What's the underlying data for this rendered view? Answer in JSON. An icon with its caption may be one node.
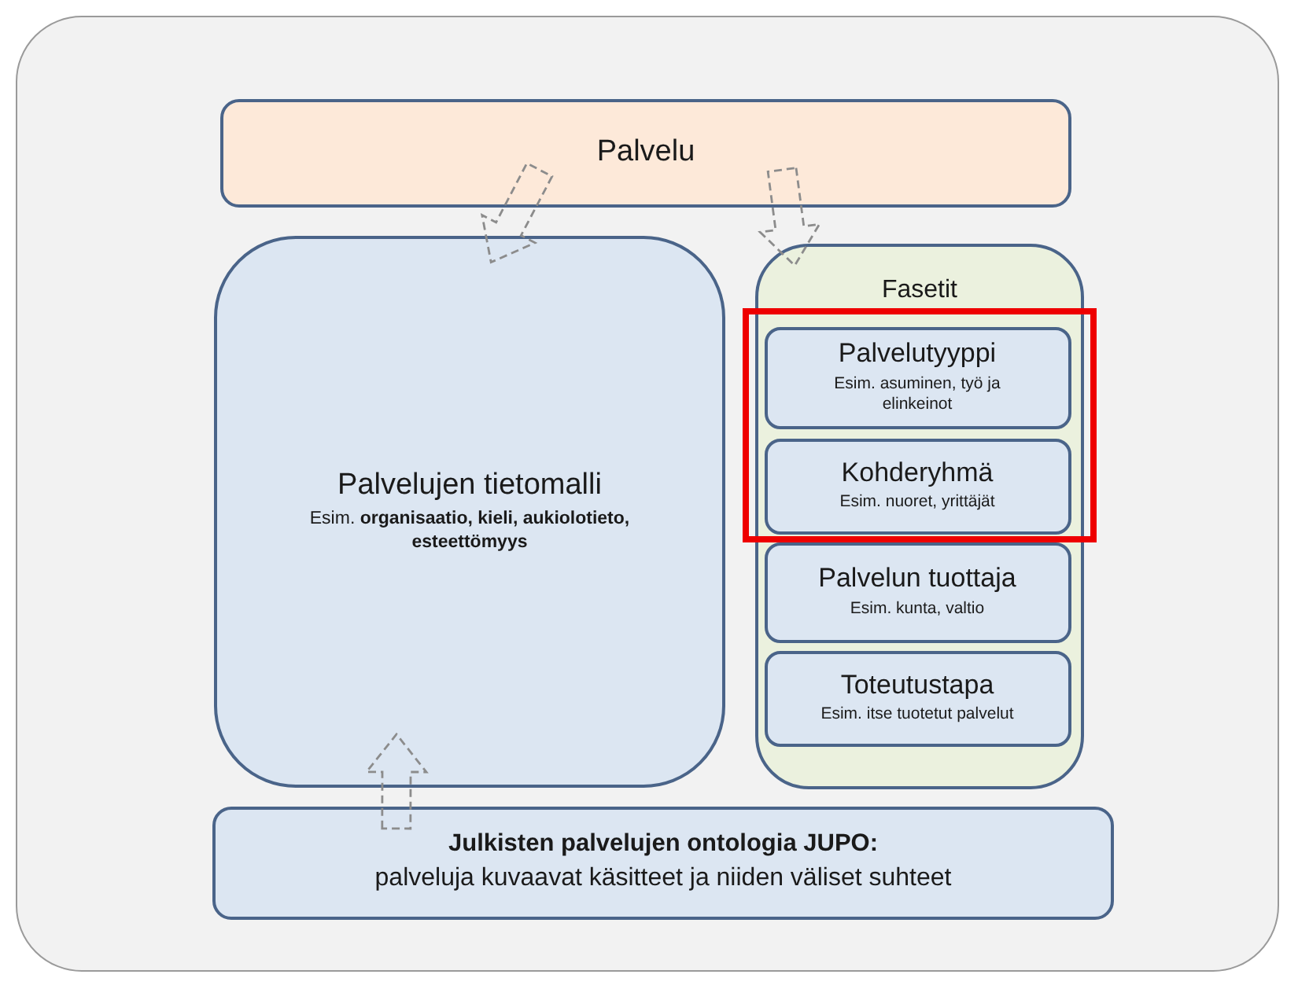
{
  "diagram": {
    "nodes": [
      {
        "text": [
          "Palvelu"
        ]
      },
      {
        "text": [
          "Palvelujen tietomalli",
          "Esim. **organisaatio, kieli, aukiolotieto, esteettömyys**"
        ]
      },
      {
        "text": [
          "Fasetit"
        ]
      },
      {
        "text": [
          "Palvelutyyppi",
          "Esim. asuminen, työ ja elinkeinot"
        ],
        "in": 2
      },
      {
        "text": [
          "Kohderyhmä",
          "Esim. nuoret, yrittäjät"
        ],
        "in": 2
      },
      {
        "text": [
          "Palvelun tuottaja",
          "Esim. kunta, valtio"
        ],
        "in": 2
      },
      {
        "text": [
          "Toteutustapa",
          "Esim. itse tuotetut palvelut"
        ],
        "in": 2
      },
      {
        "text": [
          "Julkisten palvelujen ontologia JUPO:",
          "palveluja kuvaavat käsitteet ja niiden väliset suhteet"
        ]
      }
    ],
    "edges": [
      {
        "from": 0,
        "to": 1,
        "arrow": "to",
        "style": "dashed"
      },
      {
        "from": 0,
        "to": 2,
        "arrow": "to",
        "style": "dashed"
      },
      {
        "from": 7,
        "to": 1,
        "arrow": "to",
        "style": "dashed"
      }
    ]
  }
}
